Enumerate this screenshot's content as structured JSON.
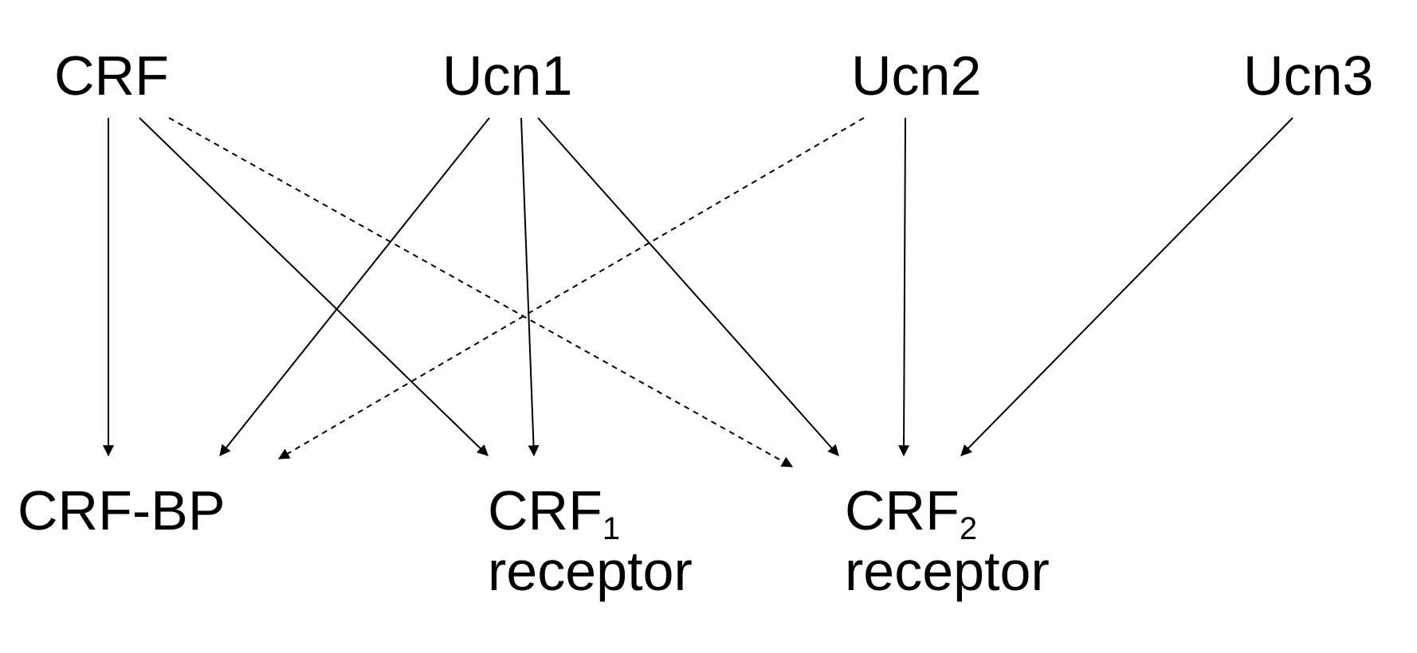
{
  "sources": [
    {
      "id": "crf",
      "label": "CRF"
    },
    {
      "id": "ucn1",
      "label": "Ucn1"
    },
    {
      "id": "ucn2",
      "label": "Ucn2"
    },
    {
      "id": "ucn3",
      "label": "Ucn3"
    }
  ],
  "targets": [
    {
      "id": "crfbp",
      "label": "CRF-BP"
    },
    {
      "id": "crf1",
      "label": "CRF",
      "subscript": "1",
      "line2": "receptor"
    },
    {
      "id": "crf2",
      "label": "CRF",
      "subscript": "2",
      "line2": "receptor"
    }
  ],
  "edges": [
    {
      "from": "crf",
      "to": "crfbp",
      "style": "solid"
    },
    {
      "from": "crf",
      "to": "crf1",
      "style": "solid"
    },
    {
      "from": "crf",
      "to": "crf2",
      "style": "dashed"
    },
    {
      "from": "ucn1",
      "to": "crfbp",
      "style": "solid"
    },
    {
      "from": "ucn1",
      "to": "crf1",
      "style": "solid"
    },
    {
      "from": "ucn1",
      "to": "crf2",
      "style": "solid"
    },
    {
      "from": "ucn2",
      "to": "crfbp",
      "style": "dashed"
    },
    {
      "from": "ucn2",
      "to": "crf2",
      "style": "solid"
    },
    {
      "from": "ucn3",
      "to": "crf2",
      "style": "solid"
    }
  ],
  "colors": {
    "line": "#000000",
    "background": "#ffffff"
  }
}
